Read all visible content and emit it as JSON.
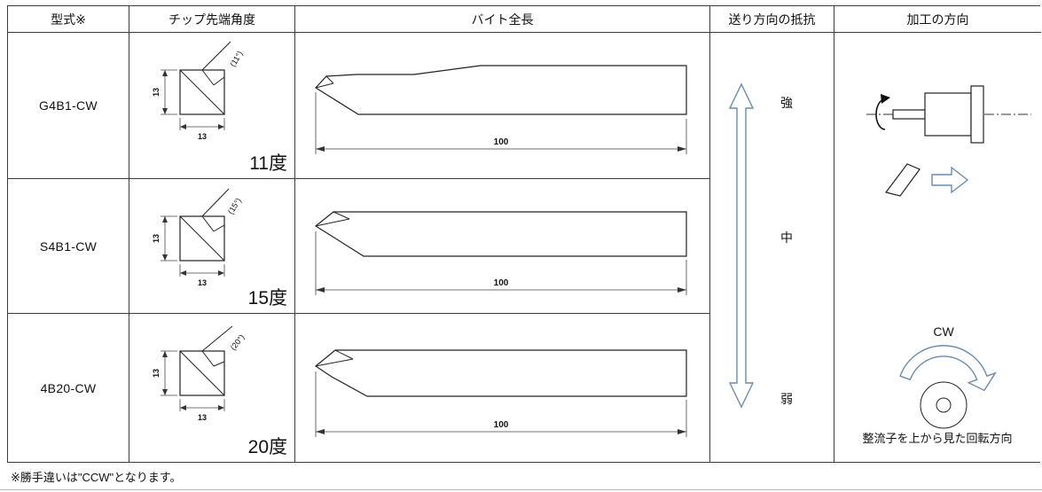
{
  "header": {
    "model": "型式※",
    "tip_angle": "チップ先端角度",
    "total_length": "バイト全長",
    "feed_resistance": "送り方向の抵抗",
    "machining_direction": "加工の方向"
  },
  "rows": [
    {
      "model": "G4B1-CW",
      "angle_note": "(11°)",
      "height_dim": "13",
      "width_dim": "13",
      "angle_label": "11度",
      "length_dim": "100"
    },
    {
      "model": "S4B1-CW",
      "angle_note": "(15°)",
      "height_dim": "13",
      "width_dim": "13",
      "angle_label": "15度",
      "length_dim": "100"
    },
    {
      "model": "4B20-CW",
      "angle_note": "(20°)",
      "height_dim": "13",
      "width_dim": "13",
      "angle_label": "20度",
      "length_dim": "100"
    }
  ],
  "resistance": {
    "strong": "強",
    "middle": "中",
    "weak": "弱"
  },
  "direction": {
    "rotation_label": "CW",
    "caption": "整流子を上から見た回転方向"
  },
  "footnote": "※勝手違いは\"CCW\"となります。",
  "colors": {
    "line": "#3c3c3c",
    "arrow_outline": "#6b8cae",
    "background": "#ffffff"
  }
}
